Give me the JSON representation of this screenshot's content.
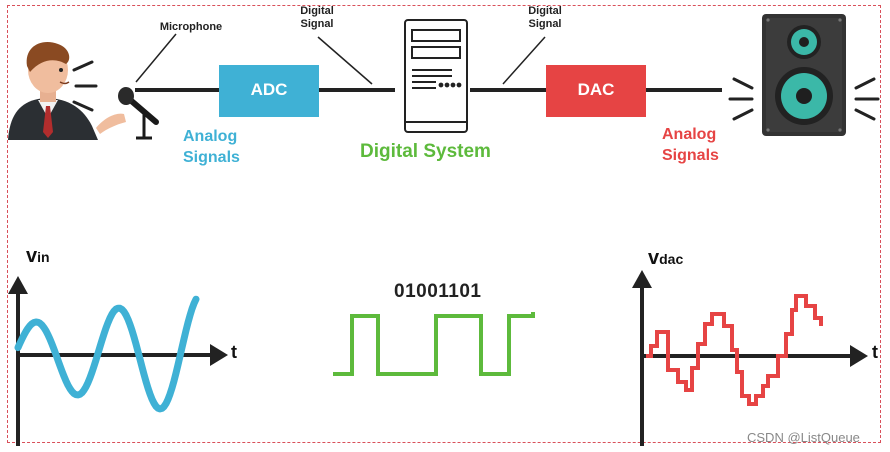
{
  "labels": {
    "microphone": "Microphone",
    "digital_signal_left_line1": "Digital",
    "digital_signal_left_line2": "Signal",
    "digital_signal_right_line1": "Digital",
    "digital_signal_right_line2": "Signal",
    "adc": "ADC",
    "dac": "DAC",
    "analog_in_line1": "Analog",
    "analog_in_line2": "Signals",
    "analog_out_line1": "Analog",
    "analog_out_line2": "Signals",
    "digital_system": "Digital System"
  },
  "graphs": {
    "vin_main": "v",
    "vin_sub": "in",
    "vin_t": "t",
    "digital_code": "01001101",
    "vdac_main": "v",
    "vdac_sub": "dac",
    "vdac_t": "t"
  },
  "watermark": "CSDN @ListQueue",
  "colors": {
    "analog_in": "#3fb1d5",
    "analog_out": "#e64444",
    "digital": "#5dba3c",
    "frame": "#d9505a"
  }
}
